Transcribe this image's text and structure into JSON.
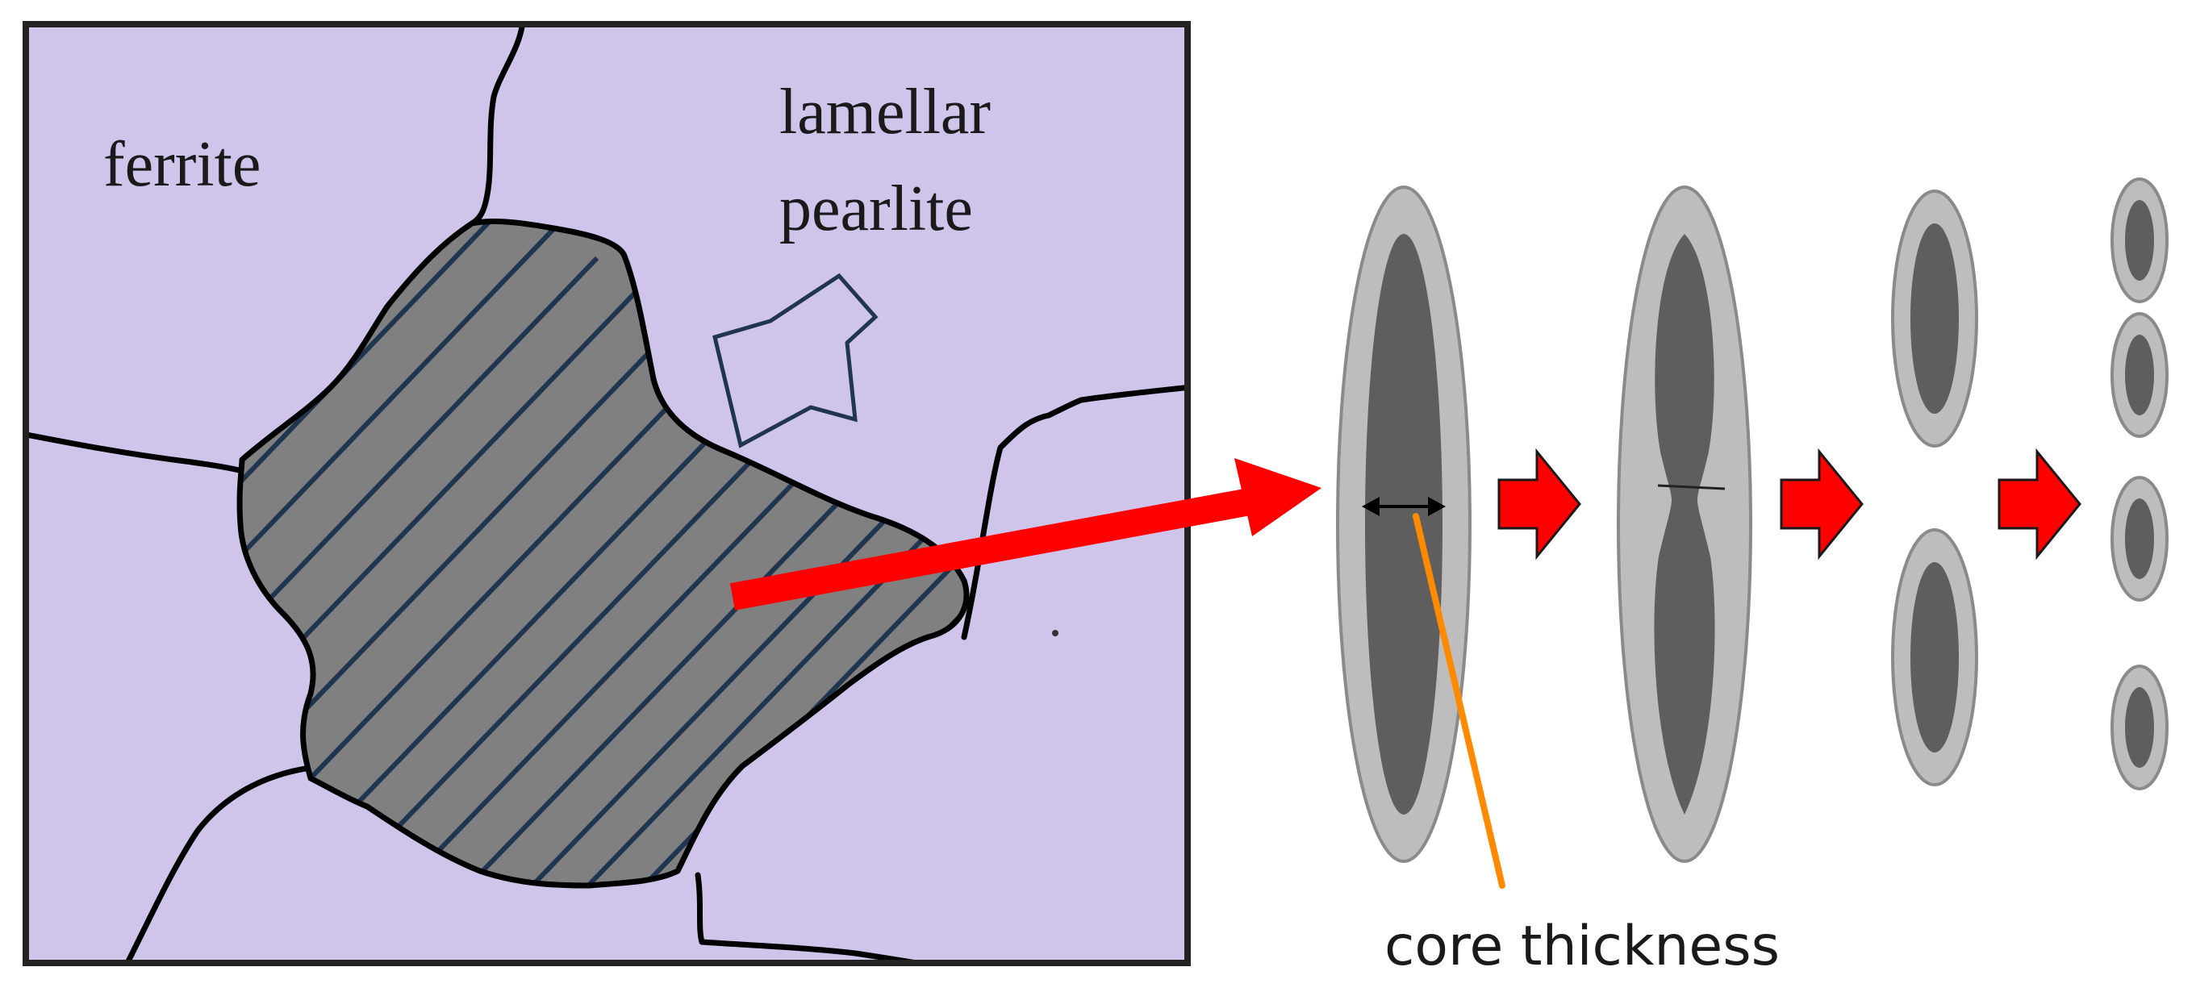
{
  "labels": {
    "ferrite": "ferrite",
    "lamellar_line1": "lamellar",
    "lamellar_line2": "pearlite",
    "core_thickness": "core thickness"
  },
  "colors": {
    "ferrite_fill": "#cfc4ea",
    "pearlite_fill": "#808080",
    "lamella_outline": "#1f3550",
    "grain_boundary": "#000000",
    "shell_fill": "#bdbdbd",
    "core_fill": "#5e5e5e",
    "main_arrow": "#ff0000",
    "step_arrow": "#ff0000",
    "leader_line": "#ff8a00"
  },
  "icons": {
    "hollow_arrow": "hollow-arrow-icon",
    "step_arrow": "red-step-arrow-icon",
    "measure_arrow": "double-headed-arrow-icon"
  }
}
